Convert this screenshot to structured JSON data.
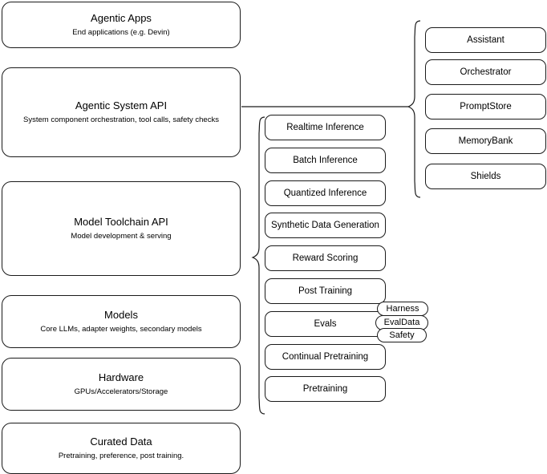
{
  "diagram": {
    "type": "layered-stack-architecture",
    "background_color": "#ffffff",
    "line_color": "#1a1a1a",
    "stack": [
      {
        "id": "agentic-apps",
        "title": "Agentic Apps",
        "subtitle": "End applications (e.g. Devin)"
      },
      {
        "id": "agentic-system-api",
        "title": "Agentic System API",
        "subtitle": "System component orchestration, tool calls, safety checks"
      },
      {
        "id": "model-toolchain-api",
        "title": "Model Toolchain API",
        "subtitle": "Model development & serving"
      },
      {
        "id": "models",
        "title": "Models",
        "subtitle": "Core LLMs, adapter weights, secondary models"
      },
      {
        "id": "hardware",
        "title": "Hardware",
        "subtitle": "GPUs/Accelerators/Storage"
      },
      {
        "id": "curated-data",
        "title": "Curated Data",
        "subtitle": "Pretraining, preference, post training."
      }
    ],
    "toolchain_components": [
      {
        "id": "realtime-inference",
        "label": "Realtime Inference"
      },
      {
        "id": "batch-inference",
        "label": "Batch Inference"
      },
      {
        "id": "quantized-inference",
        "label": "Quantized Inference"
      },
      {
        "id": "synthetic-data-generation",
        "label": "Synthetic Data Generation"
      },
      {
        "id": "reward-scoring",
        "label": "Reward Scoring"
      },
      {
        "id": "post-training",
        "label": "Post Training"
      },
      {
        "id": "evals",
        "label": "Evals"
      },
      {
        "id": "continual-pretraining",
        "label": "Continual Pretraining"
      },
      {
        "id": "pretraining",
        "label": "Pretraining"
      }
    ],
    "eval_badges": [
      {
        "id": "harness",
        "label": "Harness"
      },
      {
        "id": "evaldata",
        "label": "EvalData"
      },
      {
        "id": "safety",
        "label": "Safety"
      }
    ],
    "agentic_components": [
      {
        "id": "assistant",
        "label": "Assistant"
      },
      {
        "id": "orchestrator",
        "label": "Orchestrator"
      },
      {
        "id": "promptstore",
        "label": "PromptStore"
      },
      {
        "id": "memorybank",
        "label": "MemoryBank"
      },
      {
        "id": "shields",
        "label": "Shields"
      }
    ]
  }
}
